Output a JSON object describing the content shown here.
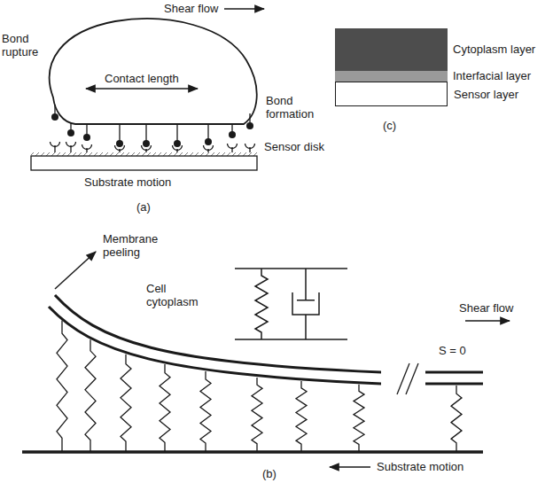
{
  "diagram": {
    "nodes": [
      {
        "text": [
          "Cytoplasm layer"
        ]
      },
      {
        "text": [
          "Interfacial layer"
        ]
      },
      {
        "text": [
          "Sensor layer"
        ]
      }
    ],
    "labels": [
      "Shear flow",
      "Bond rupture",
      "Contact length",
      "Bond formation",
      "Sensor disk",
      "Substrate motion",
      "(a)",
      "(c)",
      "Membrane peeling",
      "Cell cytoplasm",
      "Shear flow",
      "S = 0",
      "Substrate motion",
      "(b)"
    ]
  }
}
